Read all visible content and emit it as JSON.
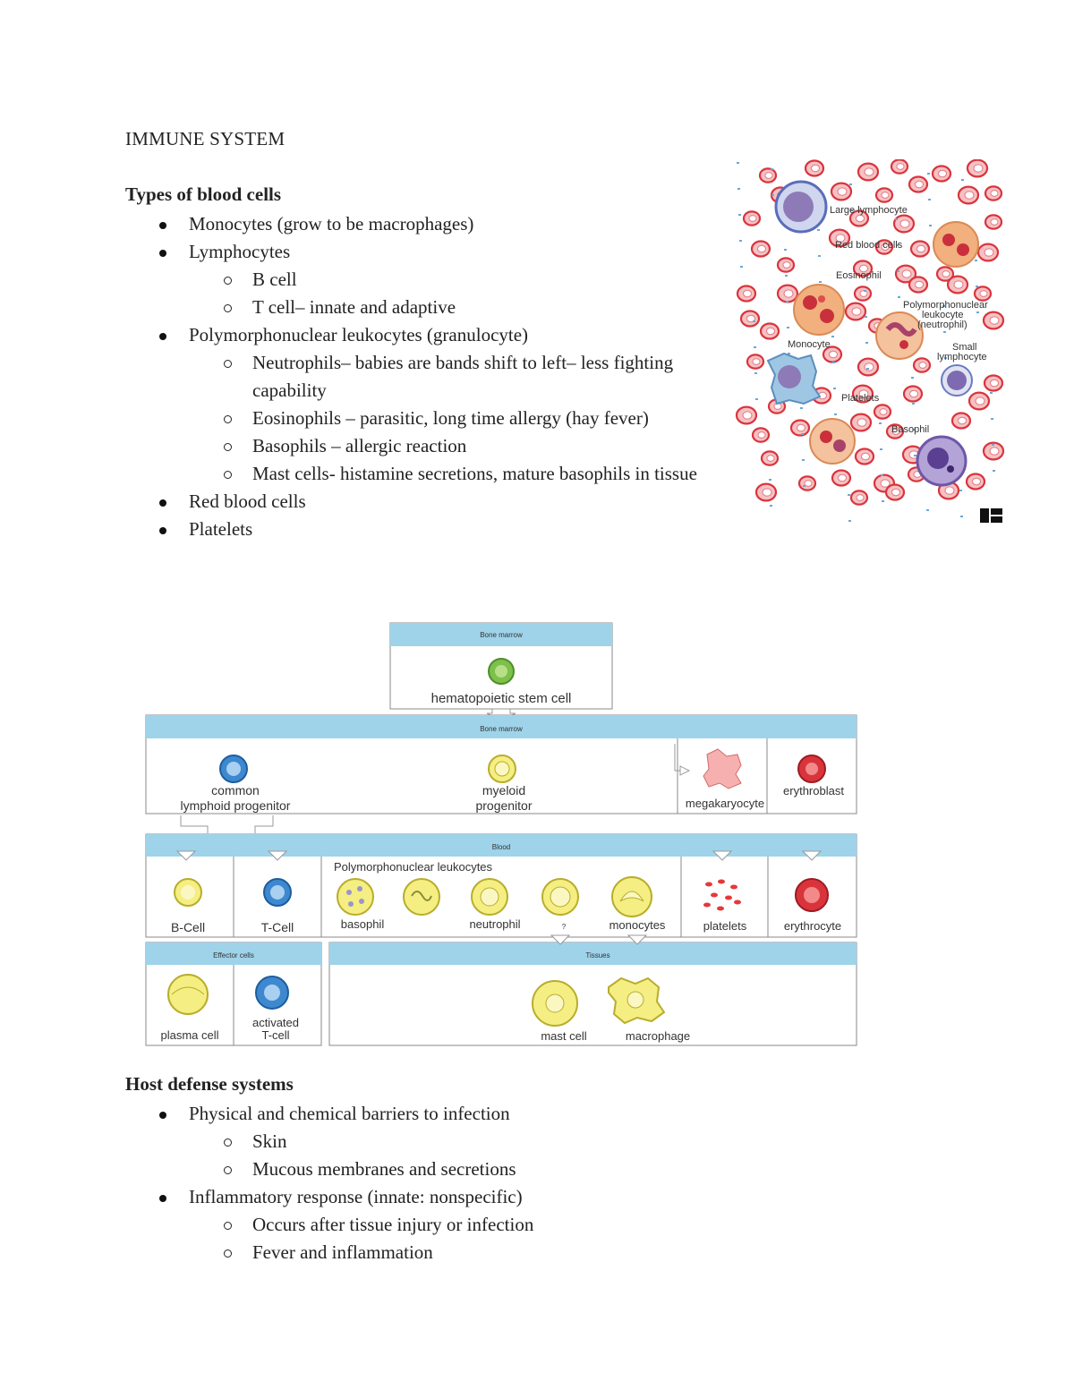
{
  "title": "IMMUNE SYSTEM",
  "blood_cells": {
    "heading": "Types of blood cells",
    "items": [
      {
        "text": "Monocytes (grow to be macrophages)"
      },
      {
        "text": "Lymphocytes",
        "sub": [
          "B cell",
          "T cell– innate and adaptive"
        ]
      },
      {
        "text": "Polymorphonuclear leukocytes (granulocyte)",
        "sub": [
          "Neutrophils– babies are bands shift to left– less fighting capability",
          "Eosinophils – parasitic, long time allergy (hay fever)",
          "Basophils – allergic reaction",
          "Mast cells- histamine secretions, mature basophils in tissue"
        ]
      },
      {
        "text": "Red blood cells"
      },
      {
        "text": "Platelets"
      }
    ]
  },
  "blood_image_labels": {
    "large_lymphocyte": "Large lymphocyte",
    "red_blood_cells": "Red blood cells",
    "eosinophil": "Eosinophil",
    "pmn_line1": "Polymorphonuclear",
    "pmn_line2": "leukocyte",
    "pmn_line3": "(neutrophil)",
    "monocyte": "Monocyte",
    "small_line1": "Small",
    "small_line2": "lymphocyte",
    "platelets": "Platelets",
    "basophil": "Basophil"
  },
  "lineage": {
    "bone_marrow_1": "Bone marrow",
    "stem_cell": "hematopoietic stem cell",
    "bone_marrow_2": "Bone marrow",
    "common_line1": "common",
    "common_line2": "lymphoid progenitor",
    "myeloid_line1": "myeloid",
    "myeloid_line2": "progenitor",
    "megakaryocyte": "megakaryocyte",
    "erythroblast": "erythroblast",
    "blood": "Blood",
    "pmn": "Polymorphonuclear leukocytes",
    "bcell": "B-Cell",
    "tcell": "T-Cell",
    "basophil": "basophil",
    "neutrophil": "neutrophil",
    "question": "?",
    "monocytes": "monocytes",
    "platelets": "platelets",
    "erythrocyte": "erythrocyte",
    "effector": "Effector cells",
    "tissues": "Tissues",
    "plasma": "plasma cell",
    "activated_line1": "activated",
    "activated_line2": "T-cell",
    "mast": "mast cell",
    "macrophage": "macrophage"
  },
  "host_defense": {
    "heading": "Host defense systems",
    "items": [
      {
        "text": "Physical and chemical barriers to infection",
        "sub": [
          "Skin",
          "Mucous membranes and secretions"
        ]
      },
      {
        "text": "Inflammatory response (innate: nonspecific)",
        "sub": [
          "Occurs after tissue injury or infection",
          "Fever and inflammation"
        ]
      }
    ]
  },
  "colors": {
    "header_blue": "#9fd3ea",
    "rbc_red": "#d9343c",
    "cell_yellow": "#f5ee83",
    "tcell_blue": "#3e88cf"
  }
}
